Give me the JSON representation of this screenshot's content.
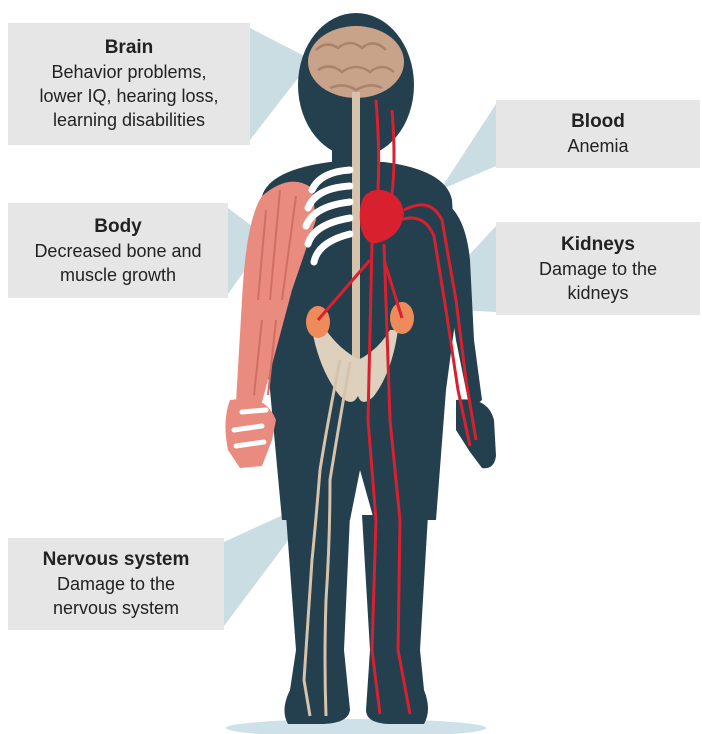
{
  "callouts": {
    "brain": {
      "title": "Brain",
      "lines": [
        "Behavior problems,",
        "lower IQ, hearing loss,",
        "learning disabilities"
      ]
    },
    "body": {
      "title": "Body",
      "lines": [
        "Decreased bone and",
        "muscle growth"
      ]
    },
    "blood": {
      "title": "Blood",
      "lines": [
        "Anemia"
      ]
    },
    "kidneys": {
      "title": "Kidneys",
      "lines": [
        "Damage to the",
        "kidneys"
      ]
    },
    "nervous": {
      "title": "Nervous system",
      "lines": [
        "Damage to the",
        "nervous system"
      ]
    }
  },
  "colors": {
    "silhouette": "#243f4e",
    "callout_bg": "#e6e6e6",
    "pointer": "#c9dde2",
    "brain": "#c9a389",
    "muscle": "#e98b7f",
    "blood": "#d9202e",
    "bone": "#ffffff",
    "kidney": "#ef8a5a",
    "nerve": "#d6c3ab",
    "shadow": "#cfe1e8"
  }
}
